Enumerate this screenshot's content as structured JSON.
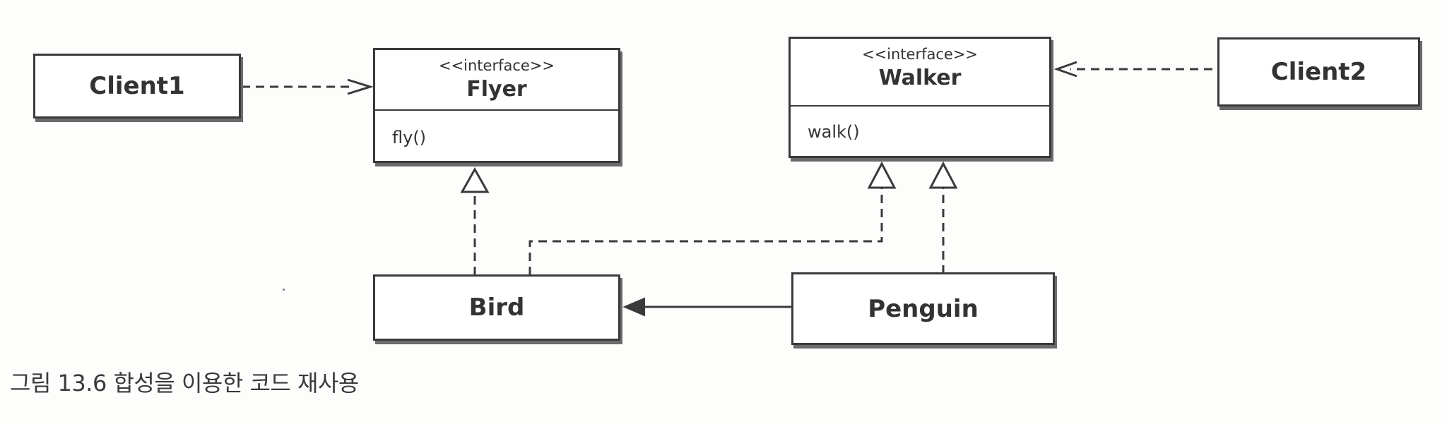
{
  "diagram": {
    "client1": {
      "label": "Client1"
    },
    "client2": {
      "label": "Client2"
    },
    "flyer": {
      "stereotype": "<<interface>>",
      "name": "Flyer",
      "method": "fly()"
    },
    "walker": {
      "stereotype": "<<interface>>",
      "name": "Walker",
      "method": "walk()"
    },
    "bird": {
      "label": "Bird"
    },
    "penguin": {
      "label": "Penguin"
    },
    "caption": "그림 13.6 합성을 이용한 코드 재사용"
  }
}
